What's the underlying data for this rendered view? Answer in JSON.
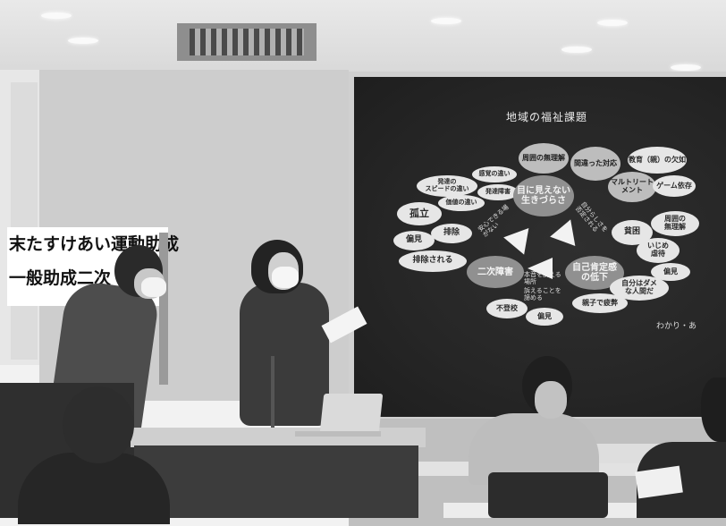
{
  "scene": {
    "description_colors": {
      "slide_bg": "#262626",
      "bubble_light": "#e6e6e6",
      "bubble_dark": "#909090"
    }
  },
  "banner": {
    "line1": "末たすけあい運動助成",
    "line2": "一般助成二次"
  },
  "slide": {
    "title": "地域の福祉課題",
    "credit": "わかり・あ",
    "bubbles": {
      "b1": "周囲の無理解",
      "b2": "間違った対応",
      "b3": "教育（親）の欠如",
      "b4": "マルトリートメント",
      "b5": "ゲーム依存",
      "b6": "発達の\nスピードの違い",
      "b7": "感覚の違い",
      "b8": "発達障害",
      "b9": "価値の違い",
      "b10": "目に見えない\n生きづらさ",
      "b11": "孤立",
      "b12": "排除",
      "b13": "偏見",
      "b14": "排除される",
      "b15": "二次障害",
      "b16": "自己肯定感\nの低下",
      "b17": "貧困",
      "b18": "周囲の\n無理解",
      "b19": "いじめ\n虐待",
      "b20": "偏見",
      "b21": "自分はダメ\nな人間だ",
      "b22": "親子で疲弊",
      "b23": "不登校",
      "b24": "偏見"
    },
    "labels": {
      "l1": "安心できる場\nがない",
      "l2": "自分らしさを\n否定される",
      "l3": "本音を訴える\n場所",
      "l4": "訴えることを\n諦める"
    }
  }
}
